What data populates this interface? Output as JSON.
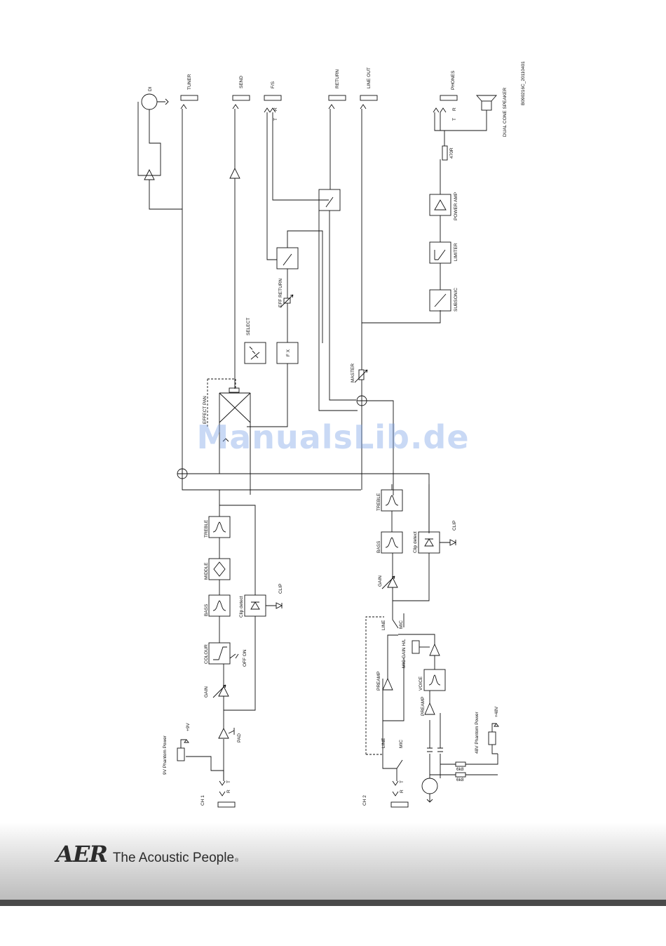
{
  "doc_code": "B090216C_20110401",
  "speaker": "DUAL CONE SPEAKER",
  "outputs": {
    "di": "DI",
    "tuner": "TUNER",
    "send": "SEND",
    "fs": "F/S",
    "return": "RETURN",
    "line_out": "LINE OUT",
    "phones": "PHONES"
  },
  "jack": {
    "r": "R",
    "t": "T"
  },
  "resistor_470": "470R",
  "master_chain": {
    "power_amp": "POWER AMP",
    "limiter": "LIMITER",
    "subsonic": "SUBSONIC"
  },
  "effects": {
    "eff_return": "EFF RETURN",
    "select": "SELECT",
    "fx": "F X",
    "effect_pan": "EFFECT PAN",
    "master": "MASTER"
  },
  "ch1": {
    "label": "CH 1",
    "phantom": "9V Phantom Power",
    "plus9v": "+9V",
    "pad": "PAD",
    "gain": "GAIN",
    "colour": "COLOUR",
    "off_on": "OFF ON",
    "bass": "BASS",
    "clip_detect": "Clip detect",
    "clip": "CLIP",
    "middle": "MIDDLE",
    "treble": "TREBLE"
  },
  "ch2": {
    "label": "CH 2",
    "line": "LINE",
    "mic": "MIC",
    "preamp": "PREAMP",
    "voice": "VOICE",
    "mic_gain": "MIC GAIN H/L",
    "phantom48": "48V Phantom Power",
    "plus48v": "+48V",
    "res": "6k8",
    "gain": "GAIN",
    "bass": "BASS",
    "treble": "TREBLE",
    "clip_detect": "Clip detect",
    "clip": "CLIP"
  },
  "watermark": "ManualsLib.de",
  "brand": {
    "logo": "AER",
    "tagline": "The Acoustic People",
    "reg": "®"
  }
}
